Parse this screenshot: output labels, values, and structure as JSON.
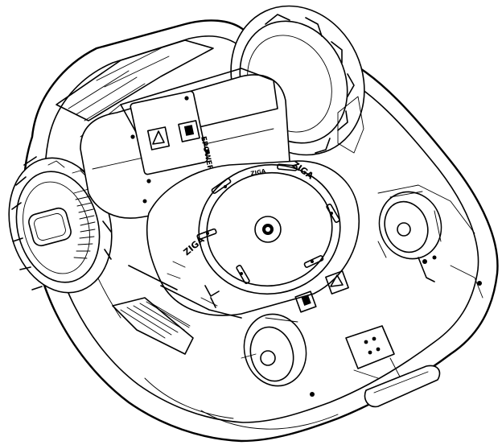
{
  "diagram": {
    "deck_label_top": "ZIGA",
    "deck_label_left": "ZIGA",
    "deck_label_small": "ZIGA",
    "battery_label": "EPOWER",
    "warning_symbol": "warning-triangle-icon",
    "book_symbol": "manual-book-icon"
  }
}
